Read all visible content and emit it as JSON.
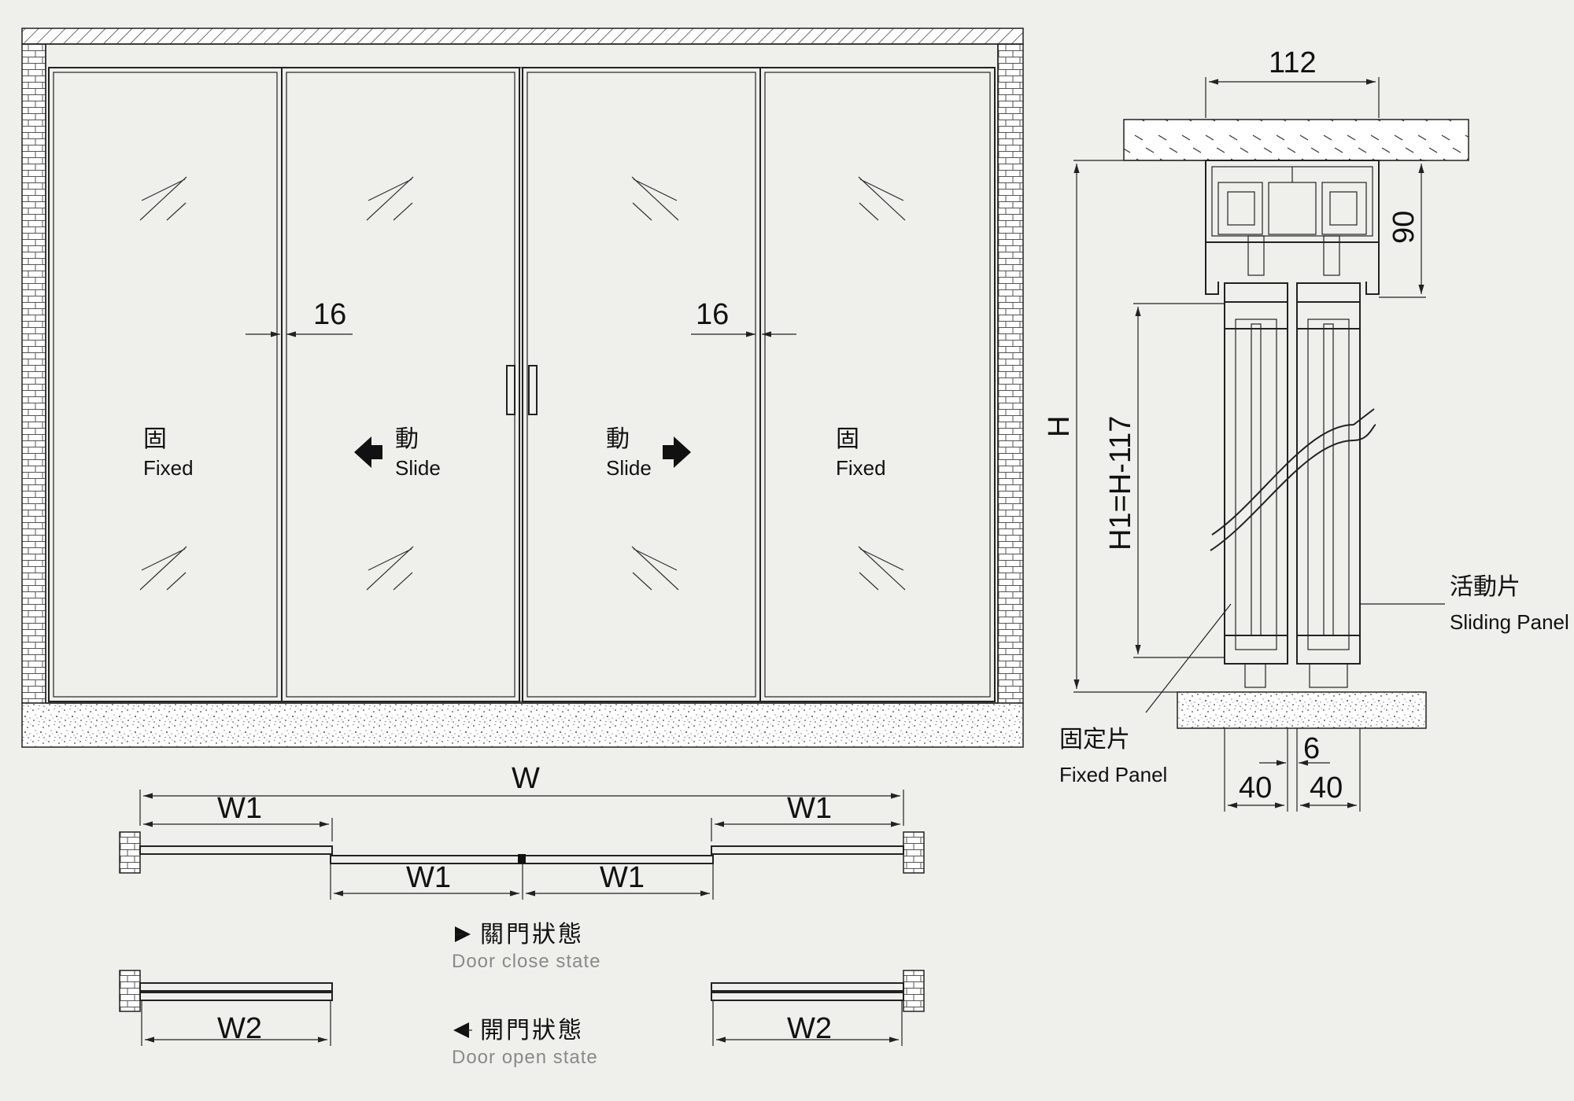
{
  "colors": {
    "background": "#efefeb",
    "line": "#222222",
    "hatch_fill": "#ffffff",
    "gray_text": "#8a8a8a"
  },
  "elevation": {
    "panels": [
      {
        "cn": "固",
        "en": "Fixed",
        "arrow": "none"
      },
      {
        "cn": "動",
        "en": "Slide",
        "arrow": "left"
      },
      {
        "cn": "動",
        "en": "Slide",
        "arrow": "right"
      },
      {
        "cn": "固",
        "en": "Fixed",
        "arrow": "none"
      }
    ],
    "overlap_left": "16",
    "overlap_right": "16"
  },
  "section": {
    "top_width": "112",
    "header_height": "90",
    "height": "H",
    "panel_height": "H1=H-117",
    "gap": "6",
    "fixed_width": "40",
    "sliding_width": "40",
    "sliding_panel_cn": "活動片",
    "sliding_panel_en": "Sliding Panel",
    "fixed_panel_cn": "固定片",
    "fixed_panel_en": "Fixed Panel"
  },
  "plan": {
    "total_width": "W",
    "w1_top_left": "W1",
    "w1_top_right": "W1",
    "w1_bottom_left": "W1",
    "w1_bottom_right": "W1",
    "w2_left": "W2",
    "w2_right": "W2",
    "close_cn": "關門狀態",
    "close_en": "Door close state",
    "open_cn": "開門狀態",
    "open_en": "Door open state"
  },
  "icons": {
    "slide_left": "arrow-left-icon",
    "slide_right": "arrow-right-icon",
    "close_marker": "triangle-right-icon",
    "open_marker": "triangle-left-icon"
  }
}
